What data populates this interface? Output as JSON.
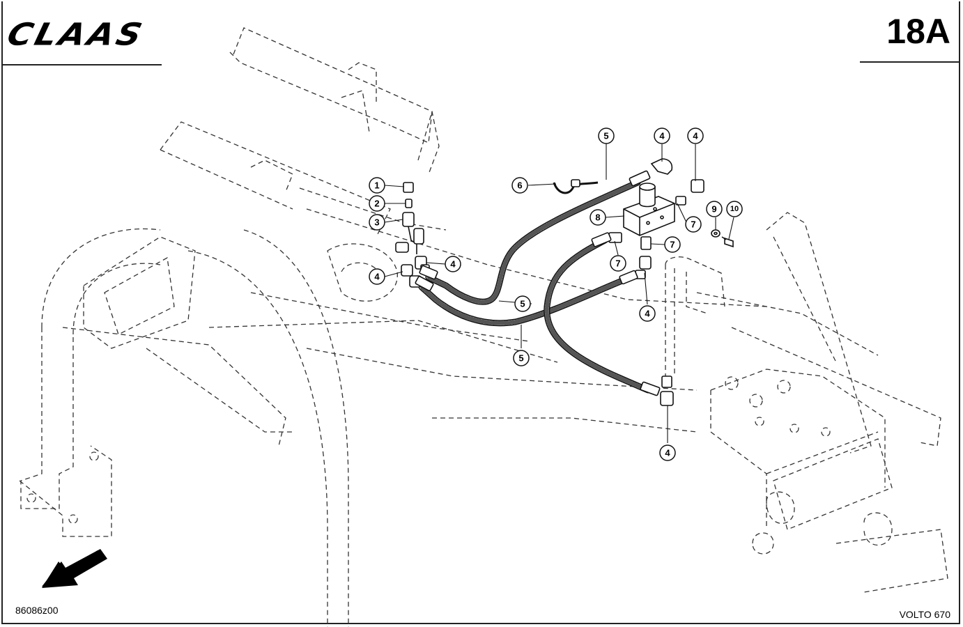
{
  "header": {
    "brand_logo": "CLAAS",
    "sheet_number": "18A"
  },
  "footer": {
    "drawing_code": "86086z00",
    "model_name": "VOLTO 670"
  },
  "icons": {
    "direction_arrow": "direction-arrow-icon"
  },
  "callouts": [
    {
      "id": "c1",
      "label": "1"
    },
    {
      "id": "c2",
      "label": "2"
    },
    {
      "id": "c3",
      "label": "3"
    },
    {
      "id": "c4a",
      "label": "4"
    },
    {
      "id": "c4b",
      "label": "4"
    },
    {
      "id": "c4c",
      "label": "4"
    },
    {
      "id": "c4d",
      "label": "4"
    },
    {
      "id": "c4e",
      "label": "4"
    },
    {
      "id": "c4f",
      "label": "4"
    },
    {
      "id": "c5a",
      "label": "5"
    },
    {
      "id": "c5b",
      "label": "5"
    },
    {
      "id": "c5c",
      "label": "5"
    },
    {
      "id": "c6",
      "label": "6"
    },
    {
      "id": "c7a",
      "label": "7"
    },
    {
      "id": "c7b",
      "label": "7"
    },
    {
      "id": "c7c",
      "label": "7"
    },
    {
      "id": "c8",
      "label": "8"
    },
    {
      "id": "c9",
      "label": "9"
    },
    {
      "id": "c10",
      "label": "10"
    }
  ],
  "colors": {
    "line": "#1a1a1a",
    "dashed": "#333333",
    "background": "#ffffff"
  }
}
